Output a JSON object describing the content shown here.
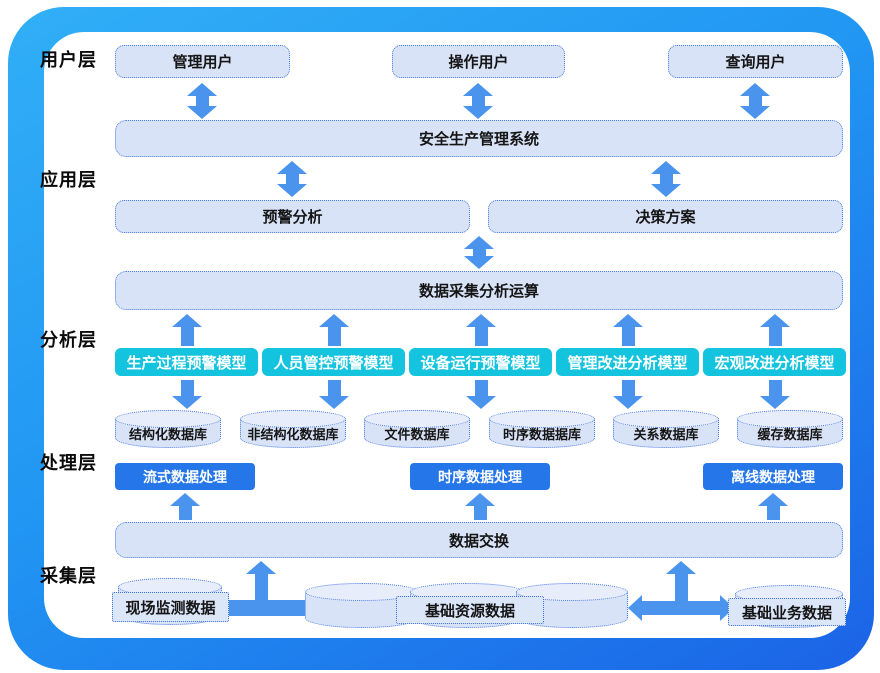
{
  "layers": [
    "用户层",
    "应用层",
    "分析层",
    "处理层",
    "采集层"
  ],
  "users": [
    "管理用户",
    "操作用户",
    "查询用户"
  ],
  "app": {
    "system": "安全生产管理系统",
    "warning": "预警分析",
    "decision": "决策方案",
    "compute": "数据采集分析运算"
  },
  "models": [
    "生产过程预警模型",
    "人员管控预警模型",
    "设备运行预警模型",
    "管理改进分析模型",
    "宏观改进分析模型"
  ],
  "databases": [
    "结构化数据库",
    "非结构化数据库",
    "文件数据库",
    "时序数据据库",
    "关系数据库",
    "缓存数据库"
  ],
  "processors": [
    "流式数据处理",
    "时序数据处理",
    "离线数据处理"
  ],
  "exchange": "数据交换",
  "sources": [
    "现场监测数据",
    "基础资源数据",
    "基础业务数据"
  ],
  "colors": {
    "frame_top": "#31AFF6",
    "frame_bottom": "#1B63E6",
    "box_fill": "#D9E3F8",
    "box_border": "#4B7DE5",
    "model_fill": "#14C4DE",
    "processor_fill": "#2577E9",
    "arrow": "#4B94EE"
  }
}
